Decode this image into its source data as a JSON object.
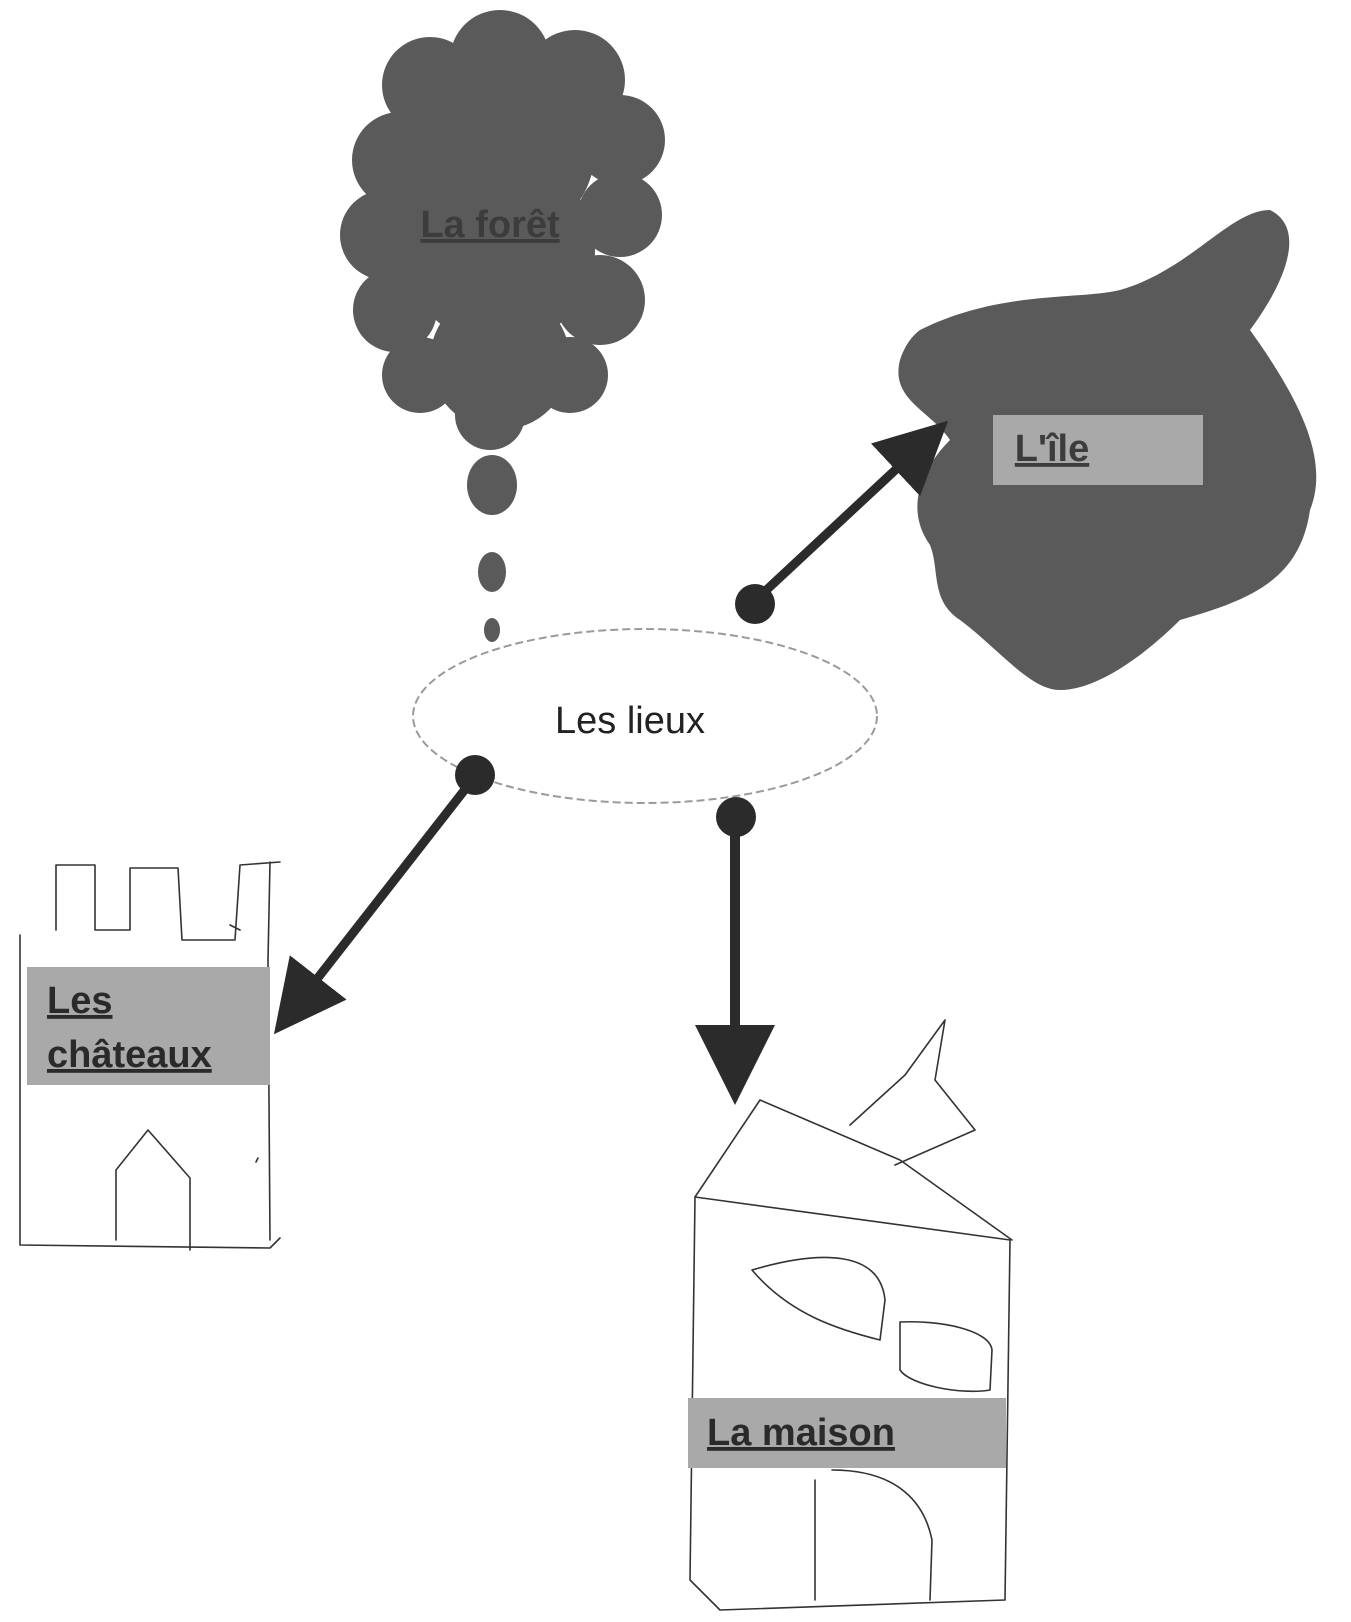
{
  "center": {
    "label": "Les lieux"
  },
  "nodes": {
    "foret": {
      "label": "La forêt"
    },
    "ile": {
      "label": "L'île"
    },
    "chateaux": {
      "label_line1": "Les",
      "label_line2": "châteaux"
    },
    "maison": {
      "label": "La maison"
    }
  },
  "colors": {
    "dark_shape": "#5a5a5a",
    "label_band": "#a9a9a9",
    "arrow": "#2b2b2b",
    "dark_label_text": "#3c3c3c",
    "band_label_text": "#2a2a2a"
  }
}
